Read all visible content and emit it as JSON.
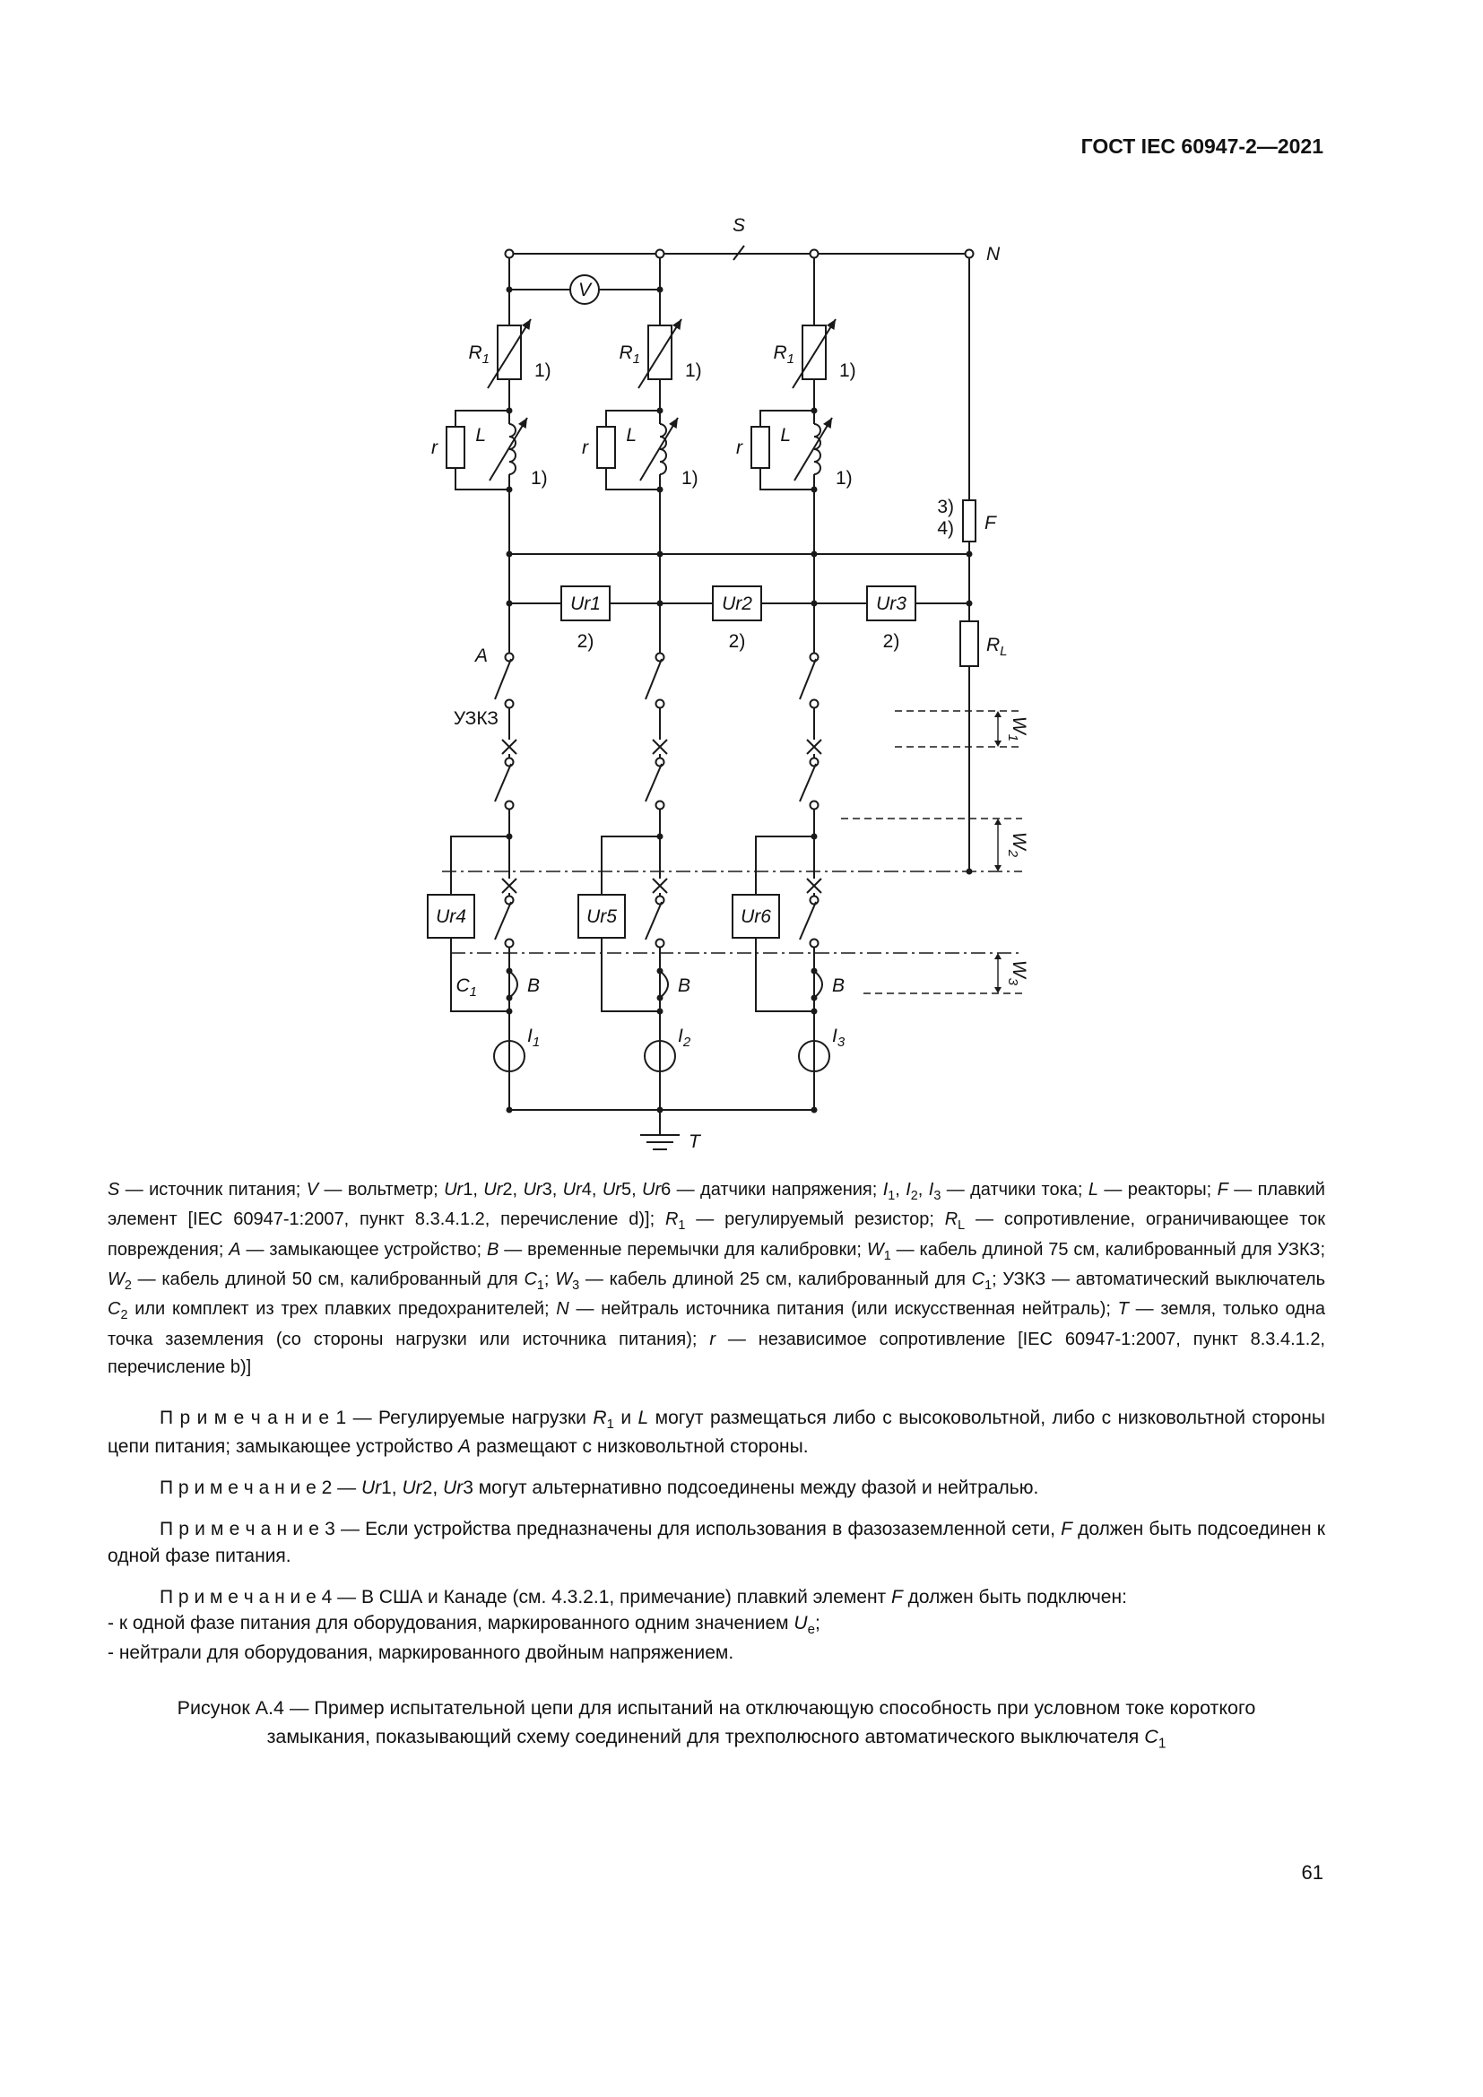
{
  "page": {
    "header": "ГОСТ IEC 60947-2—2021",
    "page_number": "61"
  },
  "diagram": {
    "s": "S",
    "n": "N",
    "v": "V",
    "t": "T",
    "f": "F",
    "a": "A",
    "b": "B",
    "r": "r",
    "l": "L",
    "uzkz": "УЗКЗ",
    "ref1": "1)",
    "ref2": "2)",
    "ref3": "3)",
    "ref4": "4)",
    "r1": {
      "b": "R",
      "s": "1"
    },
    "rl": {
      "b": "R",
      "s": "L"
    },
    "c1": {
      "b": "C",
      "s": "1"
    },
    "w1": {
      "b": "W",
      "s": "1"
    },
    "w2": {
      "b": "W",
      "s": "2"
    },
    "w3": {
      "b": "W",
      "s": "3"
    },
    "i1": {
      "b": "I",
      "s": "1"
    },
    "i2": {
      "b": "I",
      "s": "2"
    },
    "i3": {
      "b": "I",
      "s": "3"
    },
    "ur1": "Ur1",
    "ur2": "Ur2",
    "ur3": "Ur3",
    "ur4": "Ur4",
    "ur5": "Ur5",
    "ur6": "Ur6"
  },
  "texts": {
    "legend": "<i>S</i> — источник питания; <i>V</i> — вольтметр; <i>Ur</i>1, <i>Ur</i>2, <i>Ur</i>3, <i>Ur</i>4, <i>Ur</i>5, <i>Ur</i>6 — датчики напряжения; <i>I</i><sub>1</sub>, <i>I</i><sub>2</sub>, <i>I</i><sub>3</sub> — датчики тока; <i>L</i> — реакторы; <i>F</i> — плавкий элемент [IEC 60947-1:2007, пункт 8.3.4.1.2, перечисление d)]; <i>R</i><sub>1</sub> — регулируемый резистор; <i>R</i><sub>L</sub> — сопротивление, ограничивающее ток повреждения; <i>A</i> — замыкающее устройство; <i>B</i> — временные перемычки для калибровки; <i>W</i><sub>1</sub> — кабель длиной 75 см, калиброванный для УЗКЗ; <i>W</i><sub>2</sub> — кабель длиной 50 см, калиброванный для <i>C</i><sub>1</sub>; <i>W</i><sub>3</sub> — кабель длиной 25 см, калиброванный для <i>C</i><sub>1</sub>; УЗКЗ — автоматический выключатель <i>C</i><sub>2</sub> или комплект из трех плавких предохранителей; <i>N</i> — нейтраль источника питания (или искусственная нейтраль); <i>T</i> — земля, только одна точка заземления (со стороны нагрузки или источника питания); <i>r</i> — независимое сопротивление [IEC 60947-1:2007, пункт 8.3.4.1.2, перечисление b)]",
    "notes": [
      "П р и м е ч а н и е 1 — Регулируемые нагрузки <i>R</i><sub>1</sub> и <i>L</i> могут размещаться либо с высоковольтной, либо с низковольтной стороны цепи питания; замыкающее устройство <i>A</i> размещают с низковольтной стороны.",
      "П р и м е ч а н и е 2 — <i>Ur</i>1, <i>Ur</i>2, <i>Ur</i>3 могут альтернативно подсоединены между фазой и нейтралью.",
      "П р и м е ч а н и е 3 — Если устройства предназначены для использования в фазозаземленной сети, <i>F</i> должен быть подсоединен к одной фазе питания.",
      "П р и м е ч а н и е 4 — В США и Канаде (см. 4.3.2.1, примечание) плавкий элемент <i>F</i> должен быть подключен:<br>- к одной фазе питания для оборудования, маркированного одним значением <i>U</i><sub>e</sub>;<br>- нейтрали для оборудования, маркированного двойным напряжением."
    ],
    "caption": "Рисунок А.4 — Пример испытательной цепи для испытаний на отключающую способность при условном токе короткого замыкания, показывающий схему соединений для трехполюсного автоматического выключателя <i>C</i><sub>1</sub>"
  }
}
